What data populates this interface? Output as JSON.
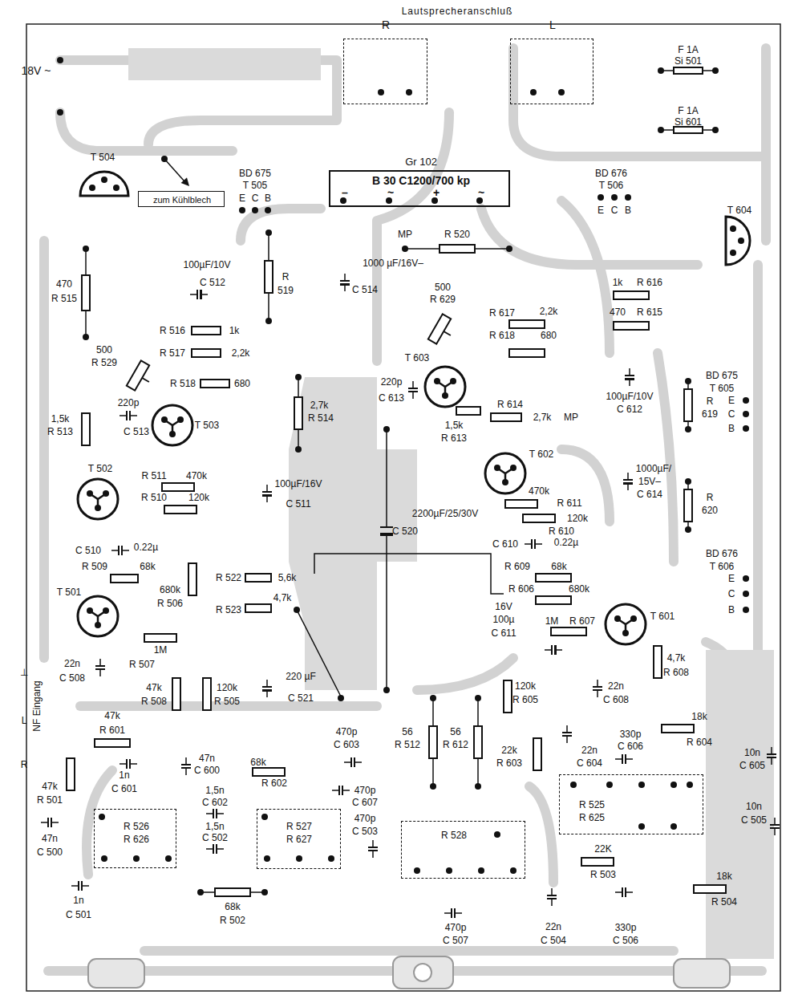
{
  "diagram": {
    "nodes": [
      {
        "text": [
          "R"
        ]
      },
      {
        "text": [
          "L"
        ]
      },
      {
        "text": [
          "Gr 102",
          "B 30 C1200/700 kp",
          "–",
          "~",
          "+",
          "~"
        ]
      },
      {
        "text": [
          "zum Kühlblech"
        ]
      },
      {
        "text": [
          "R 525",
          "R 625"
        ]
      },
      {
        "text": [
          "R 526",
          "R 626"
        ]
      },
      {
        "text": [
          "R 527",
          "R 627"
        ]
      },
      {
        "text": [
          "R 528"
        ]
      }
    ],
    "labels": [
      "Lautsprecheranschluß",
      "18V ~",
      "F 1A",
      "Si 501",
      "F 1A",
      "Si 601",
      "T 504",
      "BD 675",
      "T 505",
      "E",
      "C",
      "B",
      "BD 676",
      "T 506",
      "E",
      "C",
      "B",
      "T 604",
      "MP",
      "R 520",
      "470",
      "R 515",
      "100µF/10V",
      "C 512",
      "R",
      "519",
      "1000 µF/16V–",
      "C 514",
      "500",
      "R 629",
      "R 617",
      "2,2k",
      "R 618",
      "680",
      "1k",
      "R 616",
      "470",
      "R 615",
      "R 516",
      "1k",
      "R 517",
      "2,2k",
      "500",
      "R 529",
      "R 518",
      "680",
      "2,7k",
      "R 514",
      "220p",
      "C 613",
      "T 603",
      "R 614",
      "2,7k",
      "MP",
      "1,5k",
      "R 613",
      "100µF/10V",
      "C 612",
      "BD 675",
      "T 605",
      "E",
      "C",
      "B",
      "R",
      "619",
      "1000µF/",
      "15V–",
      "C 614",
      "R",
      "620",
      "BD 676",
      "T 606",
      "E",
      "C",
      "B",
      "1,5k",
      "R 513",
      "220p",
      "C 513",
      "T 503",
      "T 502",
      "R 511",
      "470k",
      "R 510",
      "120k",
      "100µF/16V",
      "C 511",
      "2200µF/25/30V",
      "C 520",
      "T 602",
      "470k",
      "R 611",
      "120k",
      "R 610",
      "C 610",
      "0.22µ",
      "C 510",
      "0.22µ",
      "R 509",
      "68k",
      "680k",
      "R 506",
      "R 522",
      "5,6k",
      "R 523",
      "4,7k",
      "R 609",
      "68k",
      "R 606",
      "680k",
      "T 501",
      "16V",
      "100µ",
      "C 611",
      "1M",
      "R 607",
      "T 601",
      "1M",
      "R 507",
      "22n",
      "C 508",
      "4,7k",
      "R 608",
      "47k",
      "R 508",
      "120k",
      "R 505",
      "220 µF",
      "C 521",
      "120k",
      "R 605",
      "22n",
      "C 608",
      "⊥",
      "NF Eingang",
      "L",
      "R",
      "47k",
      "R 601",
      "470p",
      "C 603",
      "56",
      "R 512",
      "56",
      "R 612",
      "22k",
      "R 603",
      "22n",
      "C 604",
      "330p",
      "C 606",
      "18k",
      "R 604",
      "47n",
      "C 600",
      "1n",
      "C 601",
      "68k",
      "R 602",
      "1,5n",
      "C 602",
      "1,5n",
      "C 502",
      "470p",
      "C 607",
      "470p",
      "C 503",
      "10n",
      "C 605",
      "10n",
      "C 505",
      "47k",
      "R 501",
      "47n",
      "C 500",
      "1n",
      "C 501",
      "68k",
      "R 502",
      "470p",
      "C 507",
      "22n",
      "C 504",
      "22K",
      "R 503",
      "330p",
      "C 506",
      "18k",
      "R 504"
    ]
  }
}
